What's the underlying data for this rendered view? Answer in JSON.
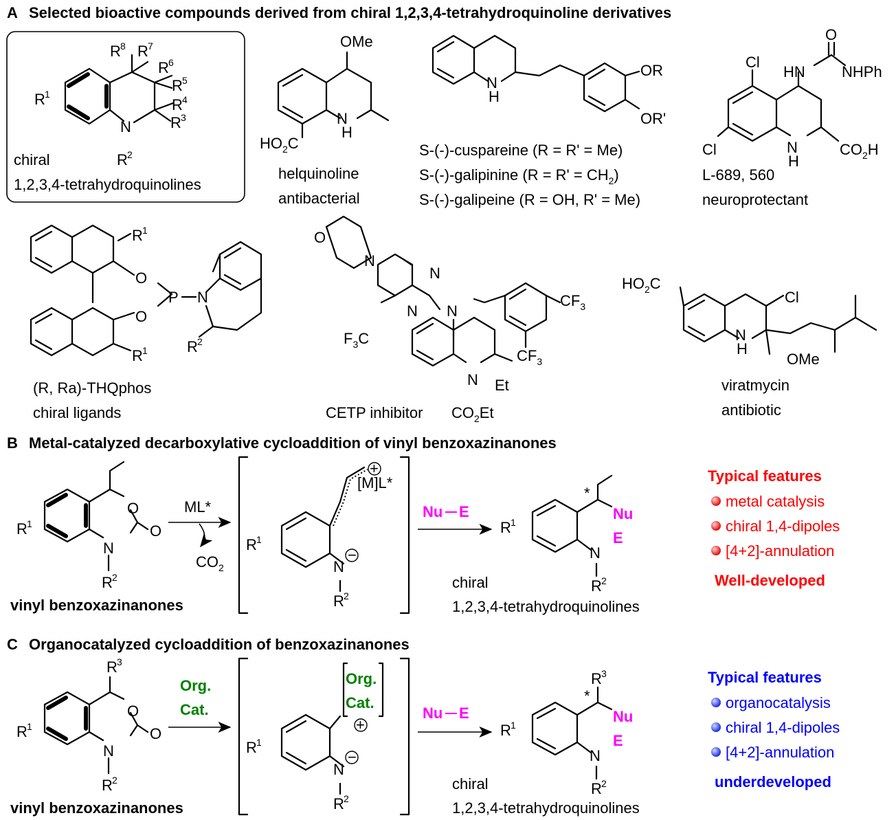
{
  "colors": {
    "red": "#ff0000",
    "magenta": "#ff00ff",
    "green": "#008000",
    "blue": "#0000ff"
  },
  "panelA": {
    "letter": "A",
    "title": "Selected bioactive compounds derived from chiral 1,2,3,4-tetrahydroquinoline derivatives",
    "core": {
      "r1": "R",
      "r1sup": "1",
      "r2": "R",
      "r2sup": "2",
      "r3": "R",
      "r3sup": "3",
      "r4": "R",
      "r4sup": "4",
      "r5": "R",
      "r5sup": "5",
      "r6": "R",
      "r6sup": "6",
      "r7": "R",
      "r7sup": "7",
      "r8": "R",
      "r8sup": "8",
      "n": "N",
      "label1": "chiral",
      "label2": "1,2,3,4-tetrahydroquinolines"
    },
    "helquinoline": {
      "ome": "OMe",
      "nh": "N",
      "h": "H",
      "ho2c": "HO",
      "ho2csub": "2",
      "ho2ctail": "C",
      "name": "helquinoline",
      "activity": "antibacterial"
    },
    "cuspareine": {
      "n": "N",
      "h": "H",
      "or": "OR",
      "or2": "OR'",
      "line1": "S-(-)-cuspareine (R = R' = Me)",
      "line2pre": "S-(-)-galipinine (R = R' = CH",
      "line2sub": "2",
      "line2post": ")",
      "line3": "S-(-)-galipeine (R = OH, R' = Me)"
    },
    "l689": {
      "cl1": "Cl",
      "cl2": "Cl",
      "hn": "HN",
      "o": "O",
      "nhph": "NHPh",
      "n": "N",
      "h": "H",
      "co2h": "CO",
      "co2hsub": "2",
      "co2htail": "H",
      "name": "L-689, 560",
      "activity": "neuroprotectant"
    },
    "thqphos": {
      "r1a": "R",
      "r1asup": "1",
      "r1b": "R",
      "r1bsup": "1",
      "r2": "R",
      "r2sup": "2",
      "o1": "O",
      "o2": "O",
      "p": "P",
      "n": "N",
      "name": "(R, Ra)-THQphos",
      "activity": "chiral ligands"
    },
    "cetp": {
      "o": "O",
      "nmorph": "N",
      "n1": "N",
      "n2": "N",
      "n3": "N",
      "nq": "N",
      "cf3a": "CF",
      "cf3asub": "3",
      "cf3b": "CF",
      "cf3bsub": "3",
      "f3c": "F",
      "f3csub": "3",
      "f3ctail": "C",
      "et": "Et",
      "co2et": "CO",
      "co2etsub": "2",
      "co2ettail": "Et",
      "name": "CETP inhibitor"
    },
    "viratmycin": {
      "ho2c": "HO",
      "ho2csub": "2",
      "ho2ctail": "C",
      "cl": "Cl",
      "n": "N",
      "h": "H",
      "ome": "OMe",
      "name": "viratmycin",
      "activity": "antibiotic"
    }
  },
  "panelB": {
    "letter": "B",
    "title": "Metal-catalyzed decarboxylative cycloaddition of vinyl benzoxazinanones",
    "sm": {
      "r1": "R",
      "r1sup": "1",
      "r2": "R",
      "r2sup": "2",
      "o1": "O",
      "o2": "O",
      "n": "N",
      "name": "vinyl benzoxazinanones"
    },
    "reagent": "ML*",
    "byproduct": "CO",
    "byproductsub": "2",
    "inter": {
      "r1": "R",
      "r1sup": "1",
      "r2": "R",
      "r2sup": "2",
      "n": "N",
      "minus": "−",
      "plus": "+",
      "metal": "[M]L*"
    },
    "nu": "Nu",
    "e": "E",
    "product": {
      "r1": "R",
      "r1sup": "1",
      "r2": "R",
      "r2sup": "2",
      "n": "N",
      "star": "*",
      "nu": "Nu",
      "e": "E",
      "label1": "chiral",
      "label2": "1,2,3,4-tetrahydroquinolines"
    },
    "features": {
      "title": "Typical features",
      "items": [
        "metal catalysis",
        "chiral 1,4-dipoles",
        "[4+2]-annulation"
      ],
      "status": "Well-developed"
    }
  },
  "panelC": {
    "letter": "C",
    "title": "Organocatalyzed cycloaddition of benzoxazinanones",
    "sm": {
      "r1": "R",
      "r1sup": "1",
      "r2": "R",
      "r2sup": "2",
      "r3": "R",
      "r3sup": "3",
      "o1": "O",
      "o2": "O",
      "n": "N",
      "name": "vinyl benzoxazinanones"
    },
    "cat1": "Org.",
    "cat2": "Cat.",
    "inter": {
      "r1": "R",
      "r1sup": "1",
      "r2": "R",
      "r2sup": "2",
      "n": "N",
      "minus": "−",
      "plus": "+",
      "org": "Org.",
      "cat": "Cat."
    },
    "nu": "Nu",
    "e": "E",
    "product": {
      "r1": "R",
      "r1sup": "1",
      "r2": "R",
      "r2sup": "2",
      "r3": "R",
      "r3sup": "3",
      "n": "N",
      "star": "*",
      "nu": "Nu",
      "e": "E",
      "label1": "chiral",
      "label2": "1,2,3,4-tetrahydroquinolines"
    },
    "features": {
      "title": "Typical features",
      "items": [
        "organocatalysis",
        "chiral 1,4-dipoles",
        "[4+2]-annulation"
      ],
      "status": "underdeveloped"
    }
  }
}
